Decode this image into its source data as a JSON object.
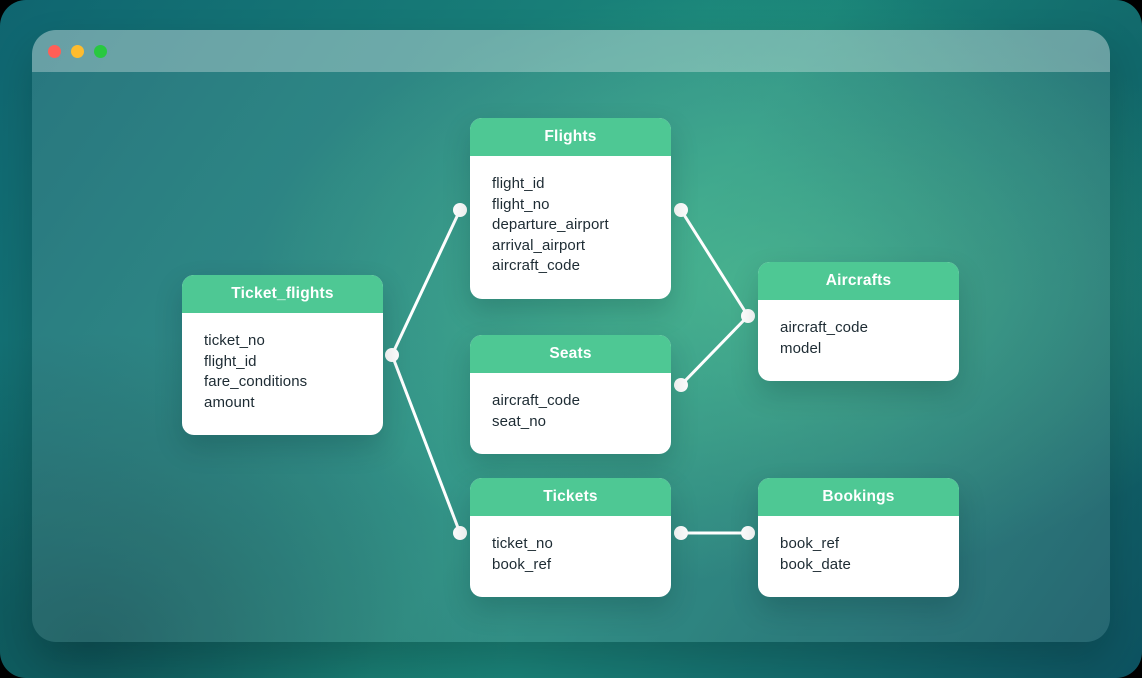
{
  "window": {
    "controls": [
      {
        "name": "close",
        "color": "#ff5f57"
      },
      {
        "name": "minimize",
        "color": "#febc2e"
      },
      {
        "name": "zoom",
        "color": "#28c840"
      }
    ]
  },
  "diagram": {
    "entities": [
      {
        "title": "Ticket_flights",
        "fields": [
          "ticket_no",
          "flight_id",
          "fare_conditions",
          "amount"
        ]
      },
      {
        "title": "Flights",
        "fields": [
          "flight_id",
          "flight_no",
          "departure_airport",
          "arrival_airport",
          "aircraft_code"
        ]
      },
      {
        "title": "Seats",
        "fields": [
          "aircraft_code",
          "seat_no"
        ]
      },
      {
        "title": "Aircrafts",
        "fields": [
          "aircraft_code",
          "model"
        ]
      },
      {
        "title": "Tickets",
        "fields": [
          "ticket_no",
          "book_ref"
        ]
      },
      {
        "title": "Bookings",
        "fields": [
          "book_ref",
          "book_date"
        ]
      }
    ],
    "relationships": [
      {
        "from": "Ticket_flights",
        "to": "Flights"
      },
      {
        "from": "Ticket_flights",
        "to": "Tickets"
      },
      {
        "from": "Flights",
        "to": "Aircrafts"
      },
      {
        "from": "Seats",
        "to": "Aircrafts"
      },
      {
        "from": "Tickets",
        "to": "Bookings"
      }
    ],
    "colors": {
      "entity_header": "#4ec894",
      "entity_body": "#ffffff",
      "connector": "#ffffff",
      "field_text": "#1d2b33"
    }
  }
}
